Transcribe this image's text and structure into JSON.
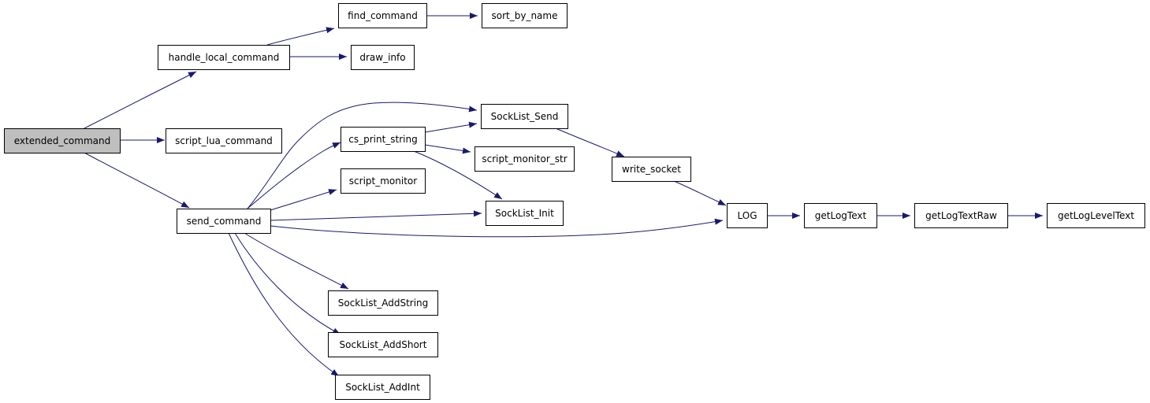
{
  "diagram": {
    "nodes": [
      {
        "id": "extended_command",
        "label": "extended_command",
        "highlighted": true
      },
      {
        "id": "handle_local_command",
        "label": "handle_local_command"
      },
      {
        "id": "find_command",
        "label": "find_command"
      },
      {
        "id": "sort_by_name",
        "label": "sort_by_name"
      },
      {
        "id": "draw_info",
        "label": "draw_info"
      },
      {
        "id": "script_lua_command",
        "label": "script_lua_command"
      },
      {
        "id": "send_command",
        "label": "send_command"
      },
      {
        "id": "cs_print_string",
        "label": "cs_print_string"
      },
      {
        "id": "SockList_Send",
        "label": "SockList_Send"
      },
      {
        "id": "script_monitor_str",
        "label": "script_monitor_str"
      },
      {
        "id": "script_monitor",
        "label": "script_monitor"
      },
      {
        "id": "SockList_Init",
        "label": "SockList_Init"
      },
      {
        "id": "write_socket",
        "label": "write_socket"
      },
      {
        "id": "LOG",
        "label": "LOG"
      },
      {
        "id": "getLogText",
        "label": "getLogText"
      },
      {
        "id": "getLogTextRaw",
        "label": "getLogTextRaw"
      },
      {
        "id": "getLogLevelText",
        "label": "getLogLevelText"
      },
      {
        "id": "SockList_AddString",
        "label": "SockList_AddString"
      },
      {
        "id": "SockList_AddShort",
        "label": "SockList_AddShort"
      },
      {
        "id": "SockList_AddInt",
        "label": "SockList_AddInt"
      }
    ],
    "edges": [
      {
        "from": "extended_command",
        "to": "handle_local_command"
      },
      {
        "from": "extended_command",
        "to": "script_lua_command"
      },
      {
        "from": "extended_command",
        "to": "send_command"
      },
      {
        "from": "handle_local_command",
        "to": "find_command"
      },
      {
        "from": "handle_local_command",
        "to": "draw_info"
      },
      {
        "from": "find_command",
        "to": "sort_by_name"
      },
      {
        "from": "send_command",
        "to": "SockList_Send"
      },
      {
        "from": "send_command",
        "to": "cs_print_string"
      },
      {
        "from": "send_command",
        "to": "script_monitor"
      },
      {
        "from": "send_command",
        "to": "SockList_Init"
      },
      {
        "from": "send_command",
        "to": "LOG"
      },
      {
        "from": "send_command",
        "to": "SockList_AddString"
      },
      {
        "from": "send_command",
        "to": "SockList_AddShort"
      },
      {
        "from": "send_command",
        "to": "SockList_AddInt"
      },
      {
        "from": "cs_print_string",
        "to": "SockList_Send"
      },
      {
        "from": "cs_print_string",
        "to": "script_monitor_str"
      },
      {
        "from": "cs_print_string",
        "to": "SockList_Init"
      },
      {
        "from": "SockList_Send",
        "to": "write_socket"
      },
      {
        "from": "write_socket",
        "to": "LOG"
      },
      {
        "from": "LOG",
        "to": "getLogText"
      },
      {
        "from": "getLogText",
        "to": "getLogTextRaw"
      },
      {
        "from": "getLogTextRaw",
        "to": "getLogLevelText"
      }
    ],
    "colors": {
      "edge": "#191970",
      "node_border": "#000000",
      "node_fill": "#ffffff",
      "highlight_fill": "#bfbfbf",
      "text": "#000000"
    }
  }
}
